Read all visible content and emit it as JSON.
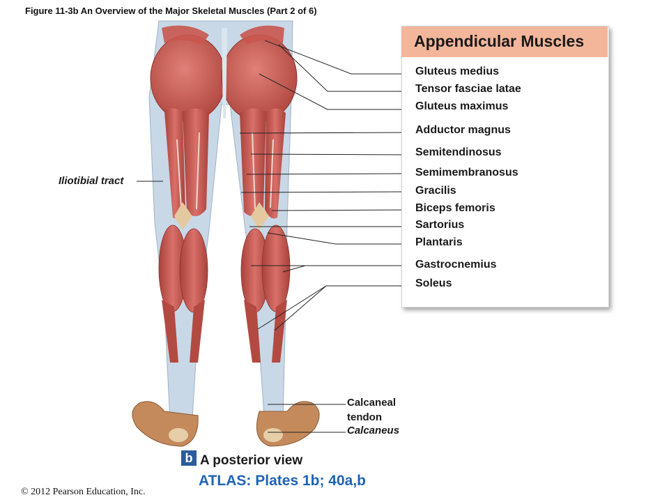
{
  "figure_title": "Figure 11-3b  An Overview of the Major Skeletal Muscles (Part 2 of 6)",
  "panel": {
    "title": "Appendicular Muscles",
    "labels": [
      "Gluteus medius",
      "Tensor fasciae latae",
      "Gluteus maximus",
      "Adductor magnus",
      "Semitendinosus",
      "Semimembranosus",
      "Gracilis",
      "Biceps femoris",
      "Sartorius",
      "Plantaris",
      "Gastrocnemius",
      "Soleus"
    ]
  },
  "side_labels": {
    "iliotibial": "Iliotibial tract",
    "calcaneal_tendon": "Calcaneal tendon",
    "calcaneus": "Calcaneus"
  },
  "caption": {
    "badge": "b",
    "view": "A posterior view",
    "atlas": "ATLAS: Plates 1b; 40a,b"
  },
  "copyright": "© 2012 Pearson Education, Inc.",
  "colors": {
    "muscle": "#c9564e",
    "muscle_dark": "#9e3a34",
    "tendon": "#c8d8e6",
    "skin": "#c48a5c",
    "header": "#f3b69a",
    "atlas_text": "#1f63b5",
    "badge": "#2b5c9c"
  }
}
